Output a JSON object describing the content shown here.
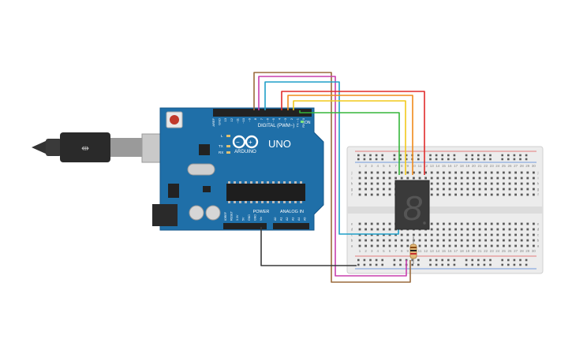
{
  "circuit": {
    "board": {
      "logo_text": "ARDUINO",
      "model": "UNO",
      "digital_header_label": "DIGITAL (PWM~)",
      "on_label": "ON",
      "l_label": "L",
      "tx_label": "TX",
      "rx_label": "RX",
      "power_label": "POWER",
      "analog_label": "ANALOG IN",
      "digital_pins": [
        "AREF",
        "GND",
        "13",
        "12",
        "~11",
        "~10",
        "~9",
        "8",
        "7",
        "~6",
        "~5",
        "4",
        "~3",
        "2",
        "TX→1",
        "RX←0"
      ],
      "power_pins": [
        "IOREF",
        "RESET",
        "3.3V",
        "5V",
        "GND",
        "GND",
        "Vin"
      ],
      "analog_pins": [
        "A0",
        "A1",
        "A2",
        "A3",
        "A4",
        "A5"
      ]
    },
    "breadboard": {
      "columns": [
        "1",
        "2",
        "3",
        "4",
        "5",
        "6",
        "7",
        "8",
        "9",
        "10",
        "11",
        "12",
        "13",
        "14",
        "15",
        "16",
        "17",
        "18",
        "19",
        "20",
        "21",
        "22",
        "23",
        "24",
        "25",
        "26",
        "27",
        "28",
        "29",
        "30"
      ],
      "rows_top": [
        "j",
        "i",
        "h",
        "g",
        "f"
      ],
      "rows_bottom": [
        "e",
        "d",
        "c",
        "b",
        "a"
      ]
    },
    "display": {
      "digit": "8"
    },
    "colors": {
      "board": "#1f6fa8",
      "breadboard": "#ececec",
      "wire_brown": "#9a6a3c",
      "wire_magenta": "#c83fae",
      "wire_cyan": "#1f9fc8",
      "wire_red": "#e02b2b",
      "wire_orange": "#f08a1a",
      "wire_yellow": "#f2c81a",
      "wire_green": "#35b53a",
      "wire_black": "#3a3a3a"
    }
  }
}
